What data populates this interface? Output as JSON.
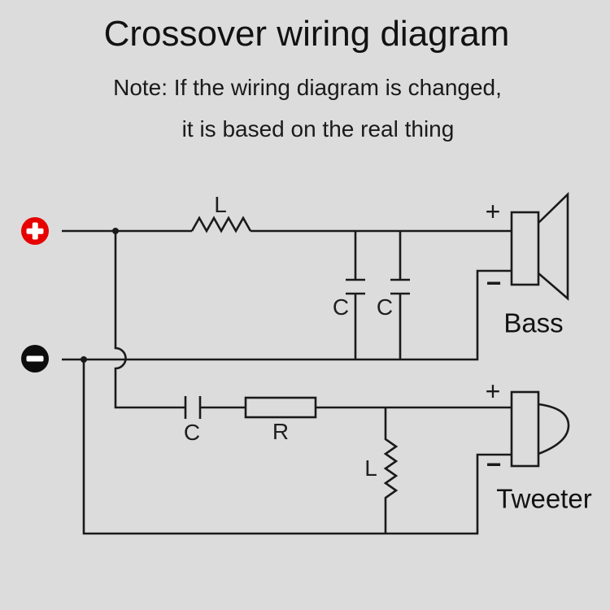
{
  "title": "Crossover wiring diagram",
  "note": {
    "line1": "Note: If the wiring diagram is changed,",
    "line2": "it is based on the real thing"
  },
  "colors": {
    "background": "#dcdcdc",
    "line": "#1a1a1a",
    "text": "#161616",
    "positive_terminal": "#e60000",
    "negative_terminal": "#0d0d0d",
    "terminal_glyph": "#ffffff"
  },
  "terminals": {
    "positive_icon": "plus-icon",
    "negative_icon": "minus-icon"
  },
  "component_labels": {
    "series_inductor": "L",
    "shunt_capacitor_1": "C",
    "shunt_capacitor_2": "C",
    "series_capacitor": "C",
    "series_resistor": "R",
    "shunt_inductor": "L"
  },
  "speakers": {
    "bass": {
      "name": "Bass",
      "positive": "+",
      "negative": "−"
    },
    "tweeter": {
      "name": "Tweeter",
      "positive": "+",
      "negative": "−"
    }
  }
}
